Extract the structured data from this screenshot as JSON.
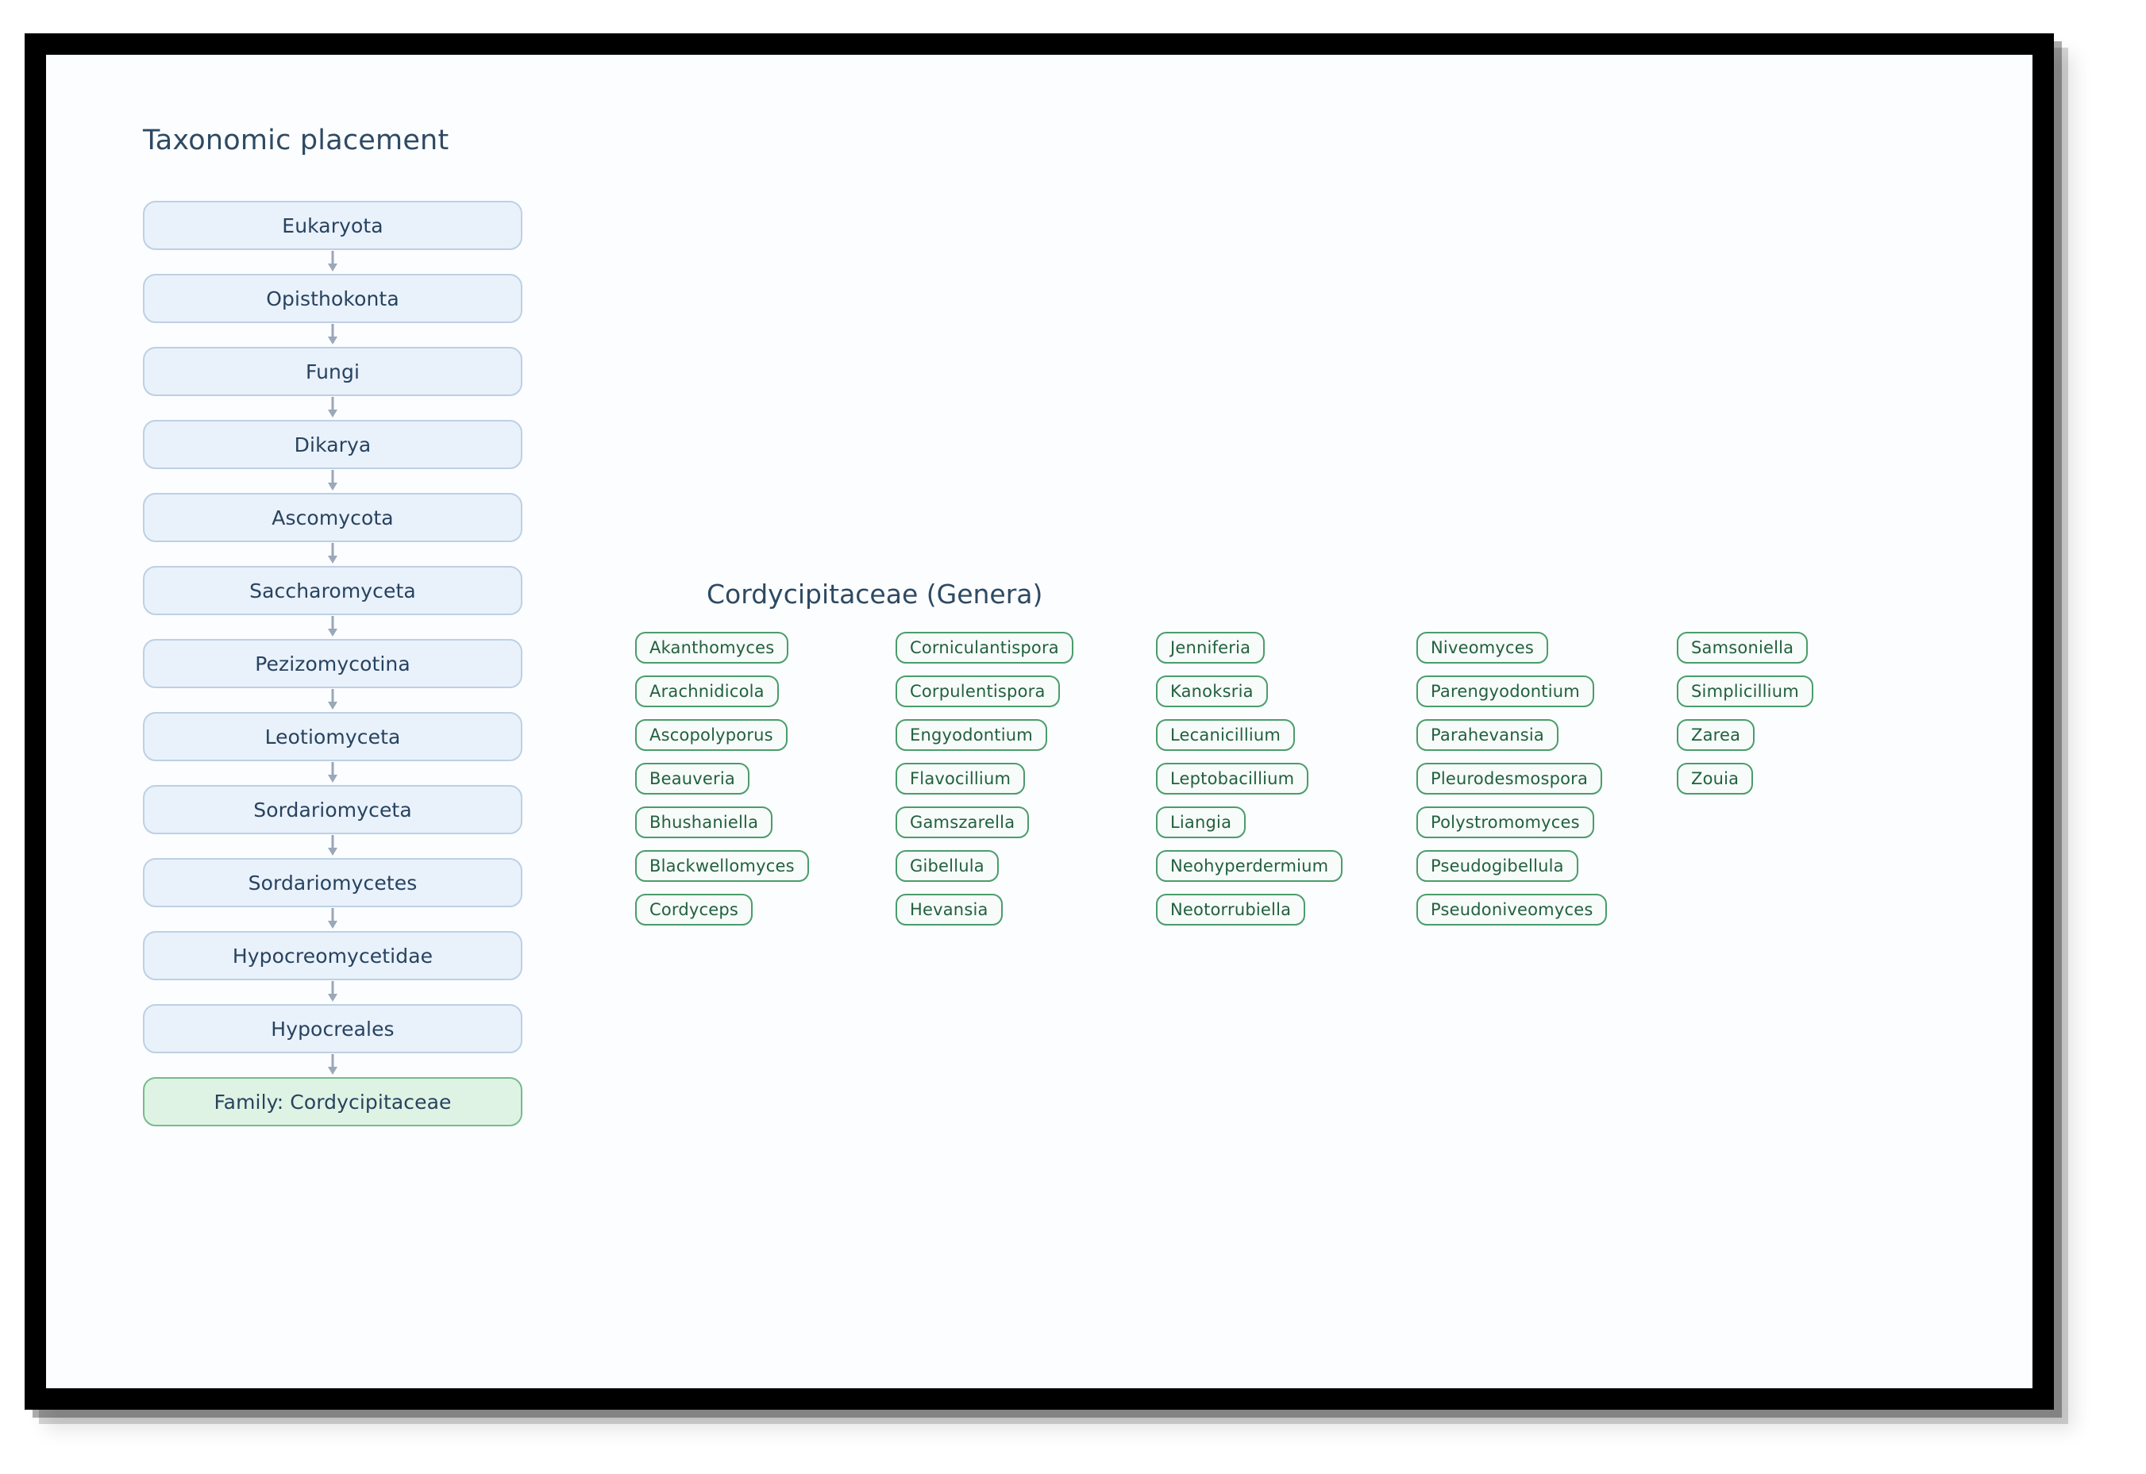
{
  "taxonomy": {
    "title": "Taxonomic placement",
    "nodes": [
      {
        "label": "Eukaryota",
        "highlight": false
      },
      {
        "label": "Opisthokonta",
        "highlight": false
      },
      {
        "label": "Fungi",
        "highlight": false
      },
      {
        "label": "Dikarya",
        "highlight": false
      },
      {
        "label": "Ascomycota",
        "highlight": false
      },
      {
        "label": "Saccharomyceta",
        "highlight": false
      },
      {
        "label": "Pezizomycotina",
        "highlight": false
      },
      {
        "label": "Leotiomyceta",
        "highlight": false
      },
      {
        "label": "Sordariomyceta",
        "highlight": false
      },
      {
        "label": "Sordariomycetes",
        "highlight": false
      },
      {
        "label": "Hypocreomycetidae",
        "highlight": false
      },
      {
        "label": "Hypocreales",
        "highlight": false
      },
      {
        "label": "Family: Cordycipitaceae",
        "highlight": true
      }
    ],
    "connector_icon": "down-arrow-icon"
  },
  "genera": {
    "title": "Cordycipitaceae (Genera)",
    "columns": [
      {
        "items": [
          "Akanthomyces",
          "Arachnidicola",
          "Ascopolyporus",
          "Beauveria",
          "Bhushaniella",
          "Blackwellomyces",
          "Cordyceps"
        ]
      },
      {
        "items": [
          "Corniculantispora",
          "Corpulentispora",
          "Engyodontium",
          "Flavocillium",
          "Gamszarella",
          "Gibellula",
          "Hevansia"
        ]
      },
      {
        "items": [
          "Jenniferia",
          "Kanoksria",
          "Lecanicillium",
          "Leptobacillium",
          "Liangia",
          "Neohyperdermium",
          "Neotorrubiella"
        ]
      },
      {
        "items": [
          "Niveomyces",
          "Parengyodontium",
          "Parahevansia",
          "Pleurodesmospora",
          "Polystromomyces",
          "Pseudogibellula",
          "Pseudoniveomyces"
        ]
      },
      {
        "items": [
          "Samsoniella",
          "Simplicillium",
          "Zarea",
          "Zouia"
        ]
      }
    ]
  },
  "colors": {
    "page_background": "#ffffff",
    "canvas_background": "#fcfdff",
    "frame_border": "#000000",
    "node_fill": "#e9f1fb",
    "node_border": "#bdd0e4",
    "node_text": "#27435f",
    "target_node_fill": "#dff3e4",
    "target_node_border": "#76bb8d",
    "chip_fill": "#f7fbf9",
    "chip_border": "#4a9d6c",
    "chip_text": "#22603f",
    "heading_text": "#2e4a63",
    "arrow": "#9aa8b8"
  }
}
